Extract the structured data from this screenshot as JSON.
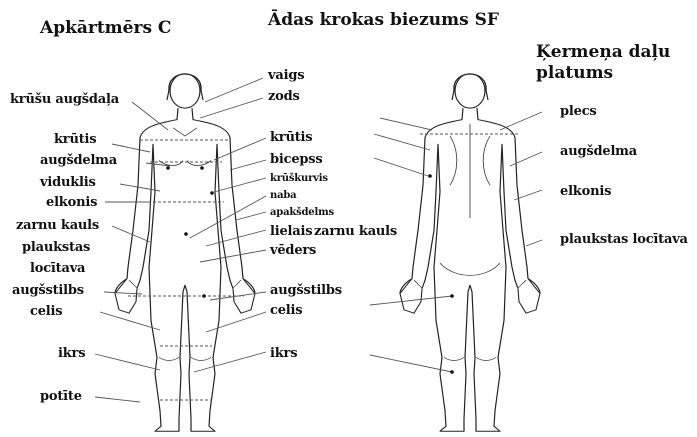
{
  "headings": {
    "circumference": "Apkārtmērs C",
    "skinfold": "Ādas krokas biezums SF",
    "widths_line1": "Ķermeņa daļu",
    "widths_line2": "platums"
  },
  "left_labels": [
    "krūšu augšdaļa",
    "krūtis",
    "augšdelma",
    "viduklis",
    "elkonis",
    "zarnu kauls",
    "plaukstas",
    "locītava",
    "augšstilbs",
    "celis",
    "ikrs",
    "potīte"
  ],
  "middle_labels": [
    "vaigs",
    "zods",
    "krūtis",
    "bicepss",
    "krūškurvis",
    "naba",
    "apakšdelms",
    "lielais",
    "zarnu kauls",
    "vēders",
    "augšstilbs",
    "celis",
    "ikrs"
  ],
  "right_labels": [
    "plecs",
    "augšdelma",
    "elkonis",
    "plaukstas locītava"
  ],
  "colors": {
    "text": "#111111",
    "outline": "#222222",
    "leader": "#555555"
  }
}
